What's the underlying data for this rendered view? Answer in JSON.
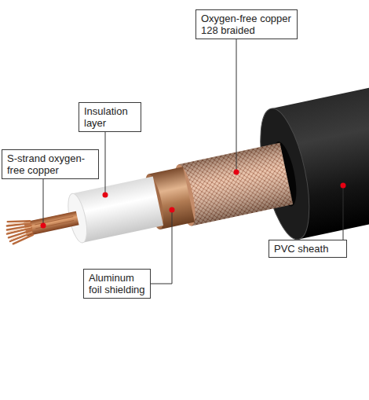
{
  "diagram": {
    "nodes": [
      {
        "text": [
          "Oxygen-free copper 128 braided"
        ]
      },
      {
        "text": [
          "Insulation layer"
        ]
      },
      {
        "text": [
          "S-strand oxygen-free copper"
        ]
      },
      {
        "text": [
          "PVC sheath"
        ]
      },
      {
        "text": [
          "Aluminum foil shielding"
        ]
      }
    ]
  }
}
